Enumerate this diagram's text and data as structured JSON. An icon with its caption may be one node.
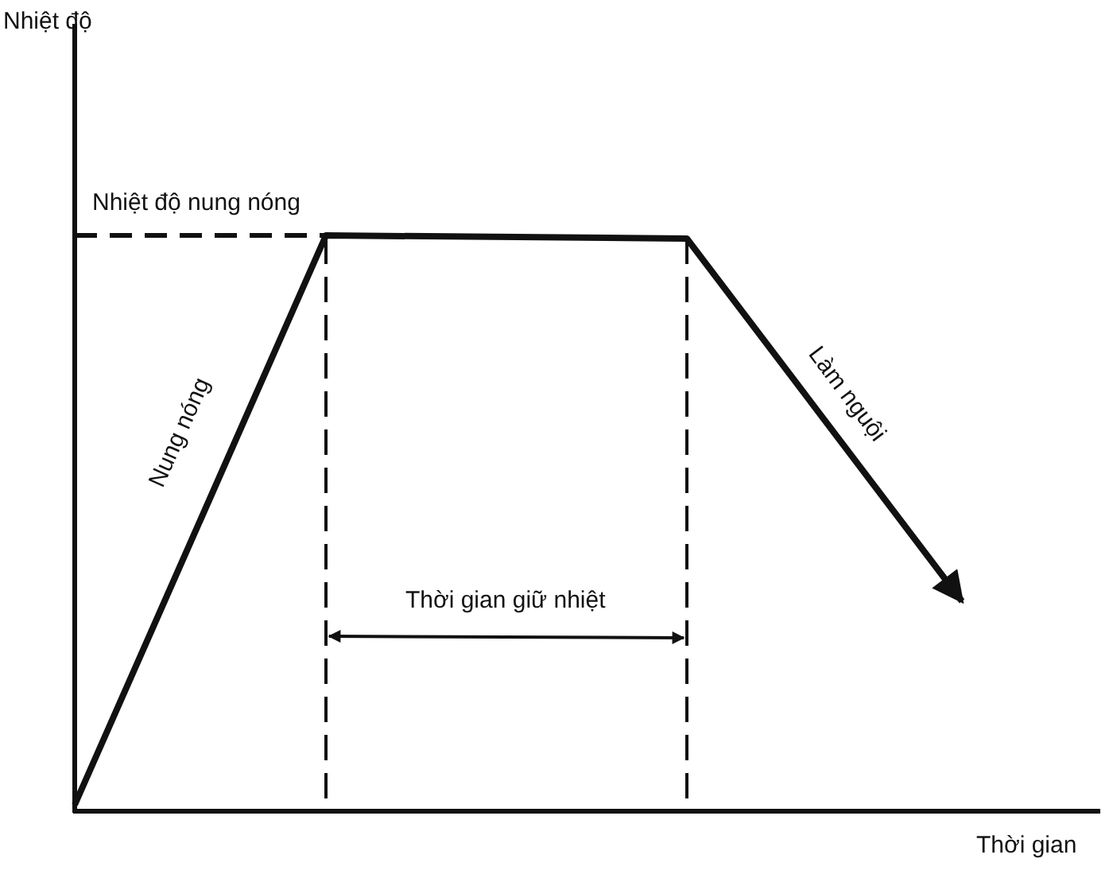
{
  "diagram": {
    "labels": [
      "Nhiệt độ",
      "Nhiệt độ nung nóng",
      "Làm nguội",
      "Nung nóng",
      "Thời gian giữ nhiệt",
      "Thời gian"
    ]
  }
}
